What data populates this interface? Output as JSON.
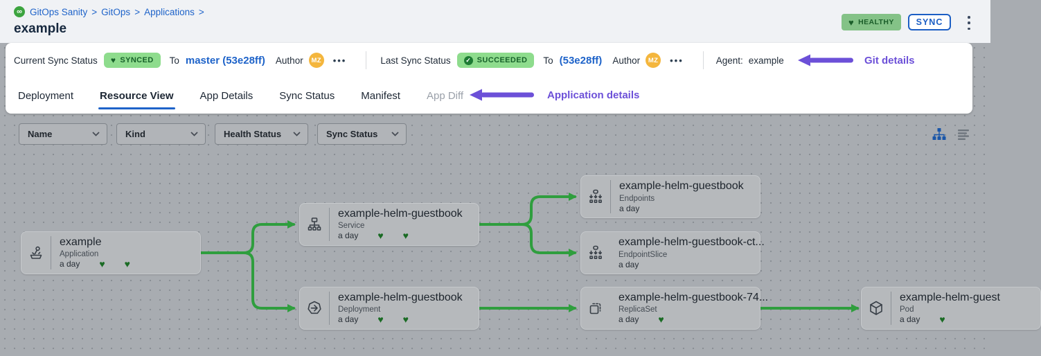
{
  "header": {
    "breadcrumb": {
      "items": [
        "GitOps Sanity",
        "GitOps",
        "Applications"
      ],
      "separator": ">"
    },
    "title": "example",
    "health_badge_label": "HEALTHY",
    "sync_button_label": "SYNC"
  },
  "status_bar": {
    "current_sync": {
      "label": "Current Sync Status",
      "badge": "SYNCED",
      "to": "To",
      "revision": "master (53e28ff)",
      "author_label": "Author",
      "author_initials": "MZ"
    },
    "last_sync": {
      "label": "Last Sync Status",
      "badge": "SUCCEEDED",
      "to": "To",
      "revision": "(53e28ff)",
      "author_label": "Author",
      "author_initials": "MZ"
    },
    "agent": {
      "label": "Agent:",
      "value": "example"
    },
    "annotation": "Git details"
  },
  "tabs": {
    "items": [
      {
        "label": "Deployment"
      },
      {
        "label": "Resource View",
        "active": true
      },
      {
        "label": "App Details"
      },
      {
        "label": "Sync Status"
      },
      {
        "label": "Manifest"
      },
      {
        "label": "App Diff",
        "disabled": true
      }
    ],
    "annotation": "Application details"
  },
  "filters": {
    "dropdowns": [
      {
        "label": "Name"
      },
      {
        "label": "Kind"
      },
      {
        "label": "Health Status"
      },
      {
        "label": "Sync Status"
      }
    ]
  },
  "tree": {
    "nodes": [
      {
        "title": "example",
        "kind": "Application",
        "age": "a day",
        "hearts": 2
      },
      {
        "title": "example-helm-guestbook",
        "kind": "Service",
        "age": "a day",
        "hearts": 2
      },
      {
        "title": "example-helm-guestbook",
        "kind": "Endpoints",
        "age": "a day",
        "hearts": 0
      },
      {
        "title": "example-helm-guestbook-ct...",
        "kind": "EndpointSlice",
        "age": "a day",
        "hearts": 0
      },
      {
        "title": "example-helm-guestbook",
        "kind": "Deployment",
        "age": "a day",
        "hearts": 2
      },
      {
        "title": "example-helm-guestbook-74...",
        "kind": "ReplicaSet",
        "age": "a day",
        "hearts": 1
      },
      {
        "title": "example-helm-guest",
        "kind": "Pod",
        "age": "a day",
        "hearts": 1
      }
    ]
  },
  "glyphs": {
    "heart": "♥",
    "check": "✓",
    "infinity": "∞",
    "more_options": "•••"
  },
  "colors": {
    "link_blue": "#1e63c9",
    "badge_green_bg": "#8edc8d",
    "badge_green_text": "#17612a",
    "healthy_badge_bg": "#84c287",
    "avatar_yellow": "#f4b63d",
    "edge_green": "#2f9e3e",
    "annotation_purple": "#6c50d8",
    "canvas_gray": "#a8acb1"
  }
}
